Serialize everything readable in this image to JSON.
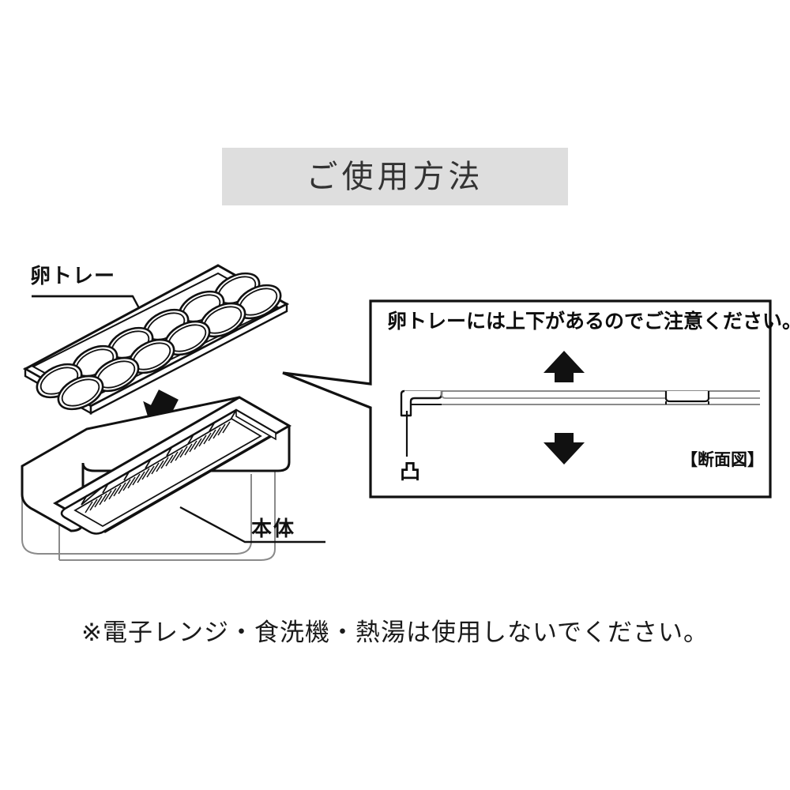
{
  "page": {
    "background_color": "#ffffff",
    "line_color": "#111111",
    "thin_line_color": "#8a8a8a"
  },
  "header": {
    "title": "ご使用方法",
    "banner_color": "#dedede",
    "title_color": "#333333"
  },
  "diagram": {
    "egg_tray": {
      "label": "卵トレー",
      "wells_total": 12,
      "wells_rows": 2,
      "wells_per_row": 6
    },
    "body": {
      "label": "本体"
    },
    "insert_arrow": {
      "icon": "down-arrow-icon",
      "direction": "down"
    }
  },
  "callout": {
    "heading": "卵トレーには上下があるのでご注意ください。",
    "section_view_label": "【断面図】",
    "convex_symbol": "凸",
    "up_arrow": {
      "icon": "up-arrow-icon",
      "direction": "up"
    },
    "down_arrow": {
      "icon": "down-arrow-icon",
      "direction": "down"
    }
  },
  "footer": {
    "caution": "※電子レンジ・食洗機・熱湯は使用しないでください。"
  }
}
